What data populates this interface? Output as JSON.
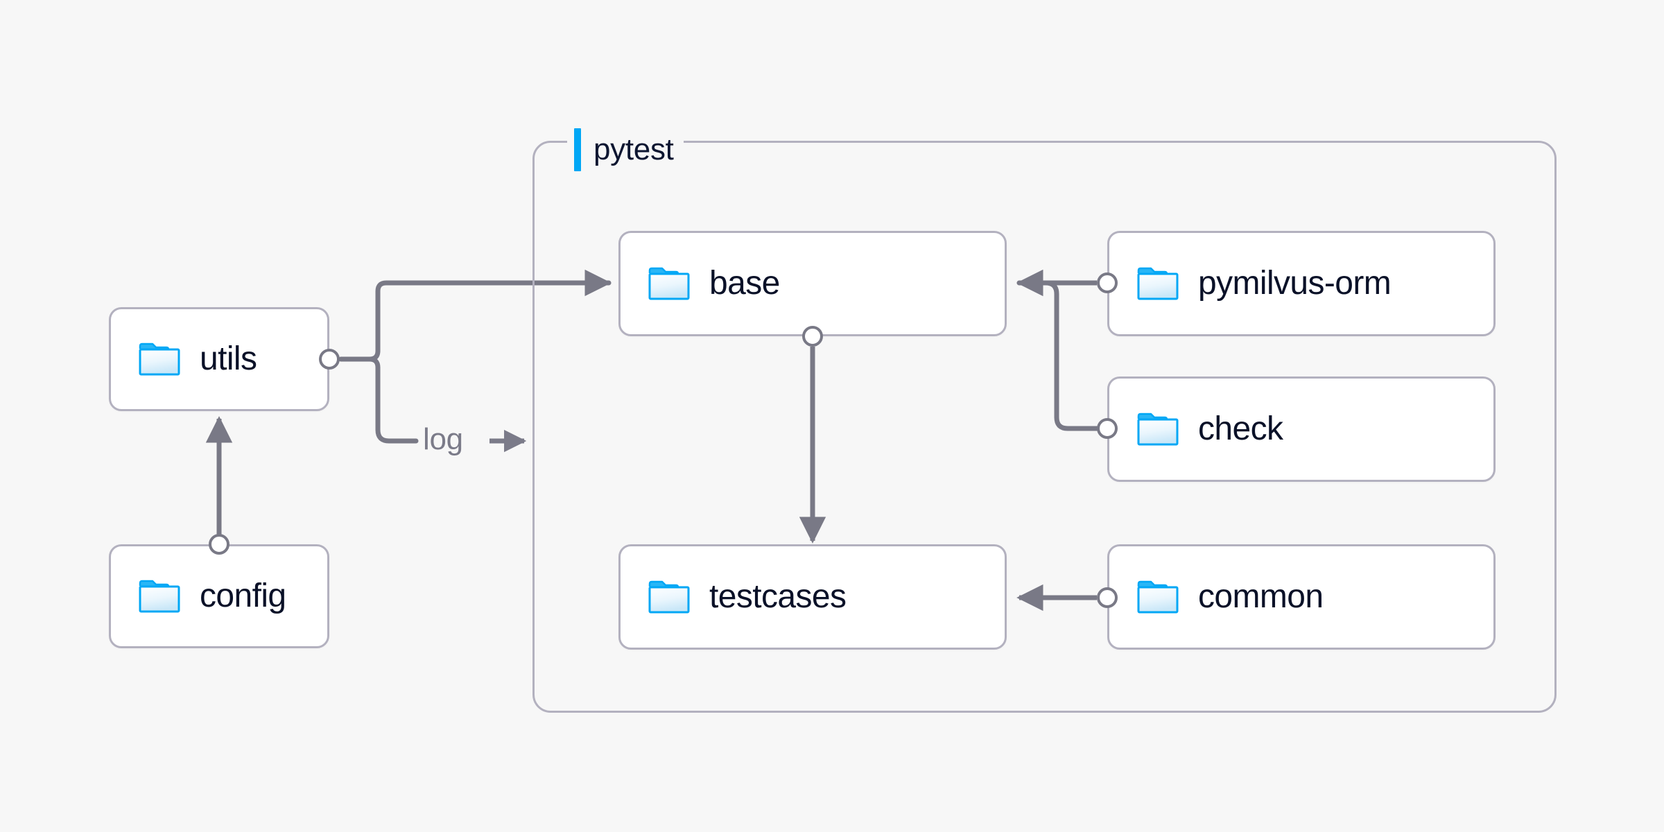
{
  "diagram": {
    "background_color": "#f7f7f7",
    "accent_color": "#00a7f5",
    "node_border_color": "#b3b1bf",
    "node_fill_color": "#ffffff",
    "edge_color": "#797986",
    "label_text_color": "#0a1128",
    "group": {
      "title": "pytest",
      "accent_name": "group-accent-bar"
    },
    "nodes": [
      {
        "id": "utils",
        "label": "utils",
        "icon": "folder-icon"
      },
      {
        "id": "config",
        "label": "config",
        "icon": "folder-icon"
      },
      {
        "id": "base",
        "label": "base",
        "icon": "folder-icon"
      },
      {
        "id": "testcases",
        "label": "testcases",
        "icon": "folder-icon"
      },
      {
        "id": "pymilvus-orm",
        "label": "pymilvus-orm",
        "icon": "folder-icon"
      },
      {
        "id": "check",
        "label": "check",
        "icon": "folder-icon"
      },
      {
        "id": "common",
        "label": "common",
        "icon": "folder-icon"
      }
    ],
    "edges": [
      {
        "id": "config-to-utils",
        "from": "config",
        "to": "utils",
        "label": ""
      },
      {
        "id": "utils-to-base",
        "from": "utils",
        "to": "base",
        "label": ""
      },
      {
        "id": "utils-to-log",
        "from": "utils",
        "to": "",
        "label": "log"
      },
      {
        "id": "base-to-testcases",
        "from": "base",
        "to": "testcases",
        "label": ""
      },
      {
        "id": "pymilvus-orm-to-base",
        "from": "pymilvus-orm",
        "to": "base",
        "label": ""
      },
      {
        "id": "check-to-base",
        "from": "check",
        "to": "base",
        "label": ""
      },
      {
        "id": "common-to-testcases",
        "from": "common",
        "to": "testcases",
        "label": ""
      }
    ]
  }
}
